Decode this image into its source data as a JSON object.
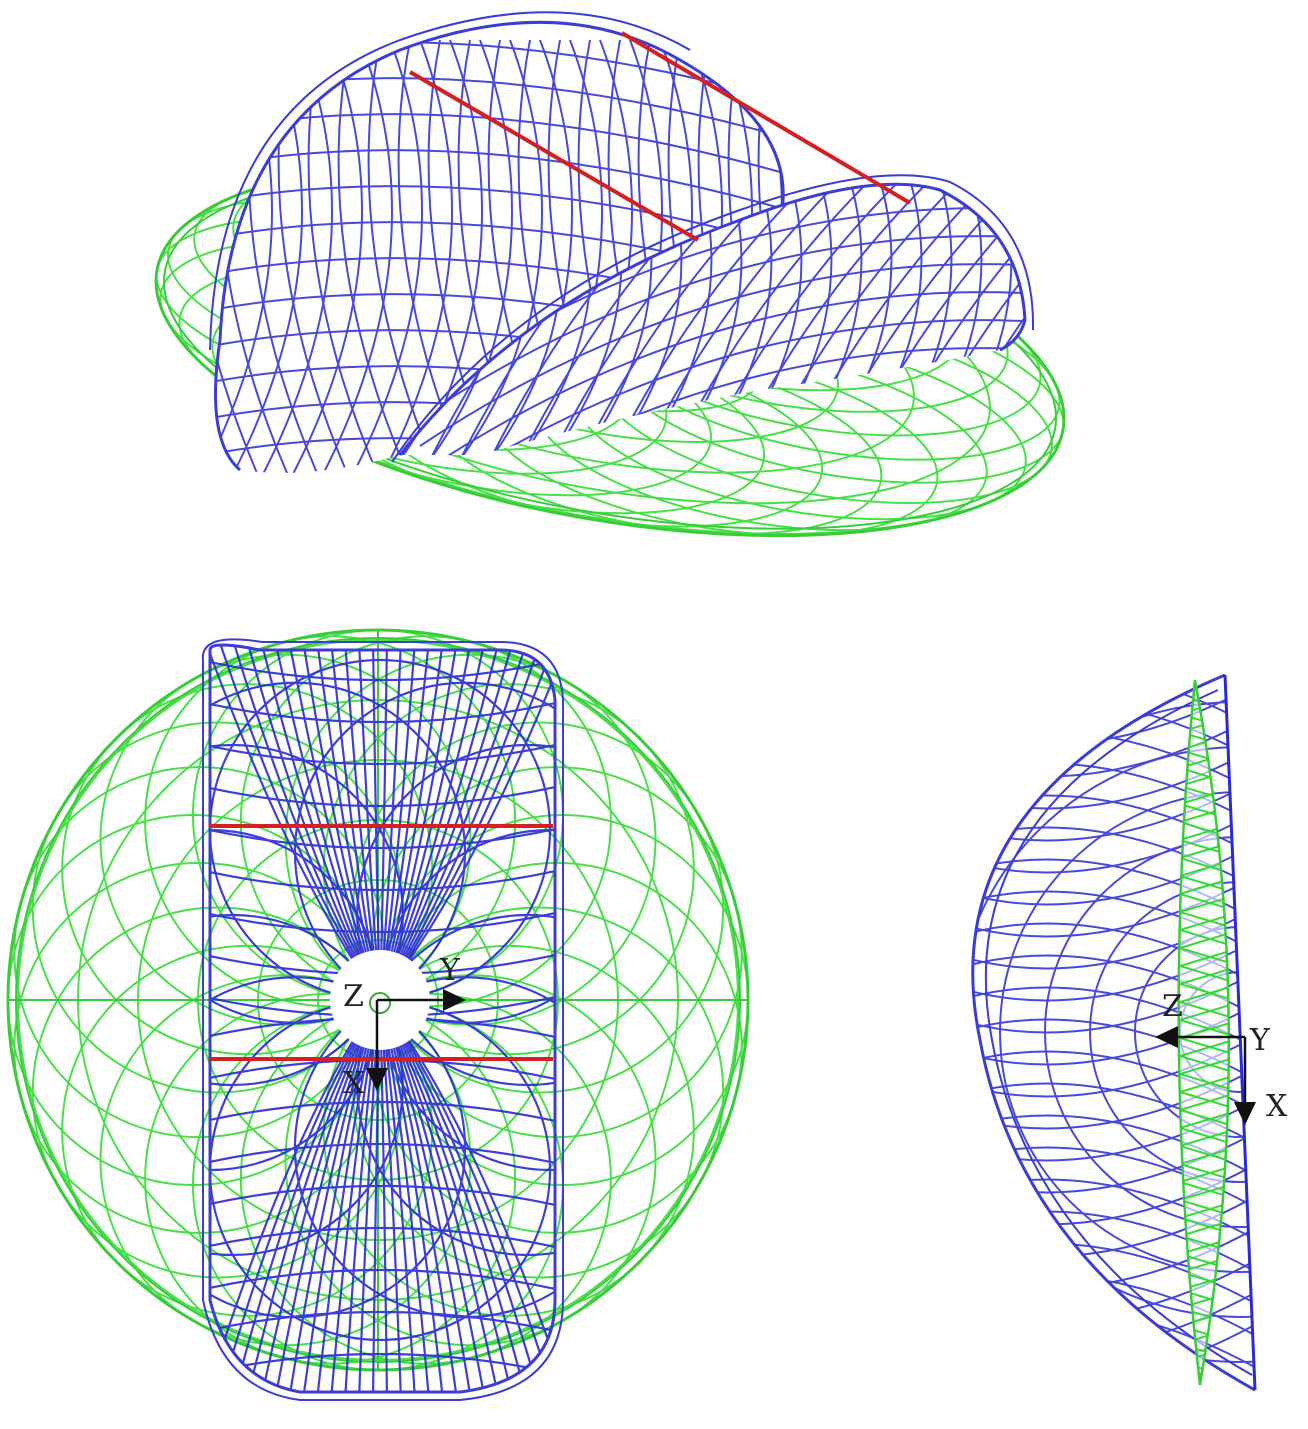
{
  "colors": {
    "background": "#ffffff",
    "reflector_mesh": "#2a2ad8",
    "reflector_outline": "#3c3cd6",
    "ground_mesh": "#33dd33",
    "ground_outline": "#39cc39",
    "fold_line": "#d42020",
    "axes": "#111111"
  },
  "views": {
    "top": {
      "axes": {
        "z": "Z",
        "y": "Y",
        "x": "X"
      }
    },
    "side": {
      "axes": {
        "z": "Z",
        "y": "Y",
        "x": "X"
      }
    }
  }
}
